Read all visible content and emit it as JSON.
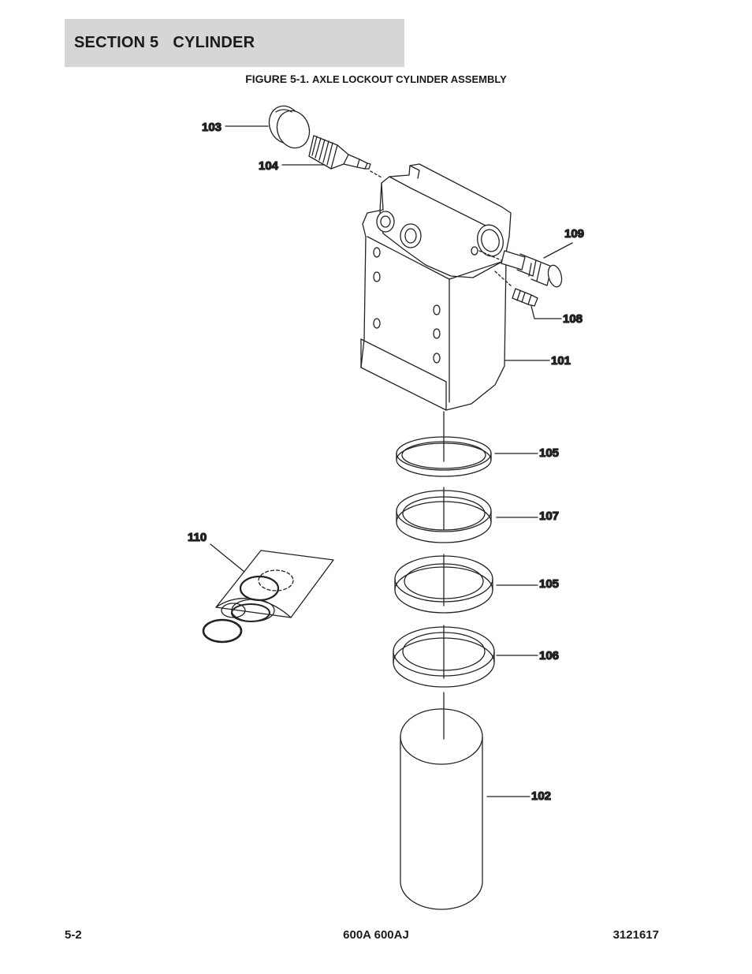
{
  "header": {
    "section_number": "SECTION 5",
    "section_title": "CYLINDER"
  },
  "figure": {
    "number": "FIGURE 5-1.",
    "title": "AXLE LOCKOUT CYLINDER ASSEMBLY"
  },
  "callouts": {
    "c101": "101",
    "c102": "102",
    "c103": "103",
    "c104": "104",
    "c105a": "105",
    "c105b": "105",
    "c106": "106",
    "c107": "107",
    "c108": "108",
    "c109": "109",
    "c110": "110"
  },
  "footer": {
    "page": "5-2",
    "model": "600A 600AJ",
    "doc_number": "3121617"
  },
  "colors": {
    "header_background": "#d6d6d6",
    "line_art": "#222222"
  }
}
